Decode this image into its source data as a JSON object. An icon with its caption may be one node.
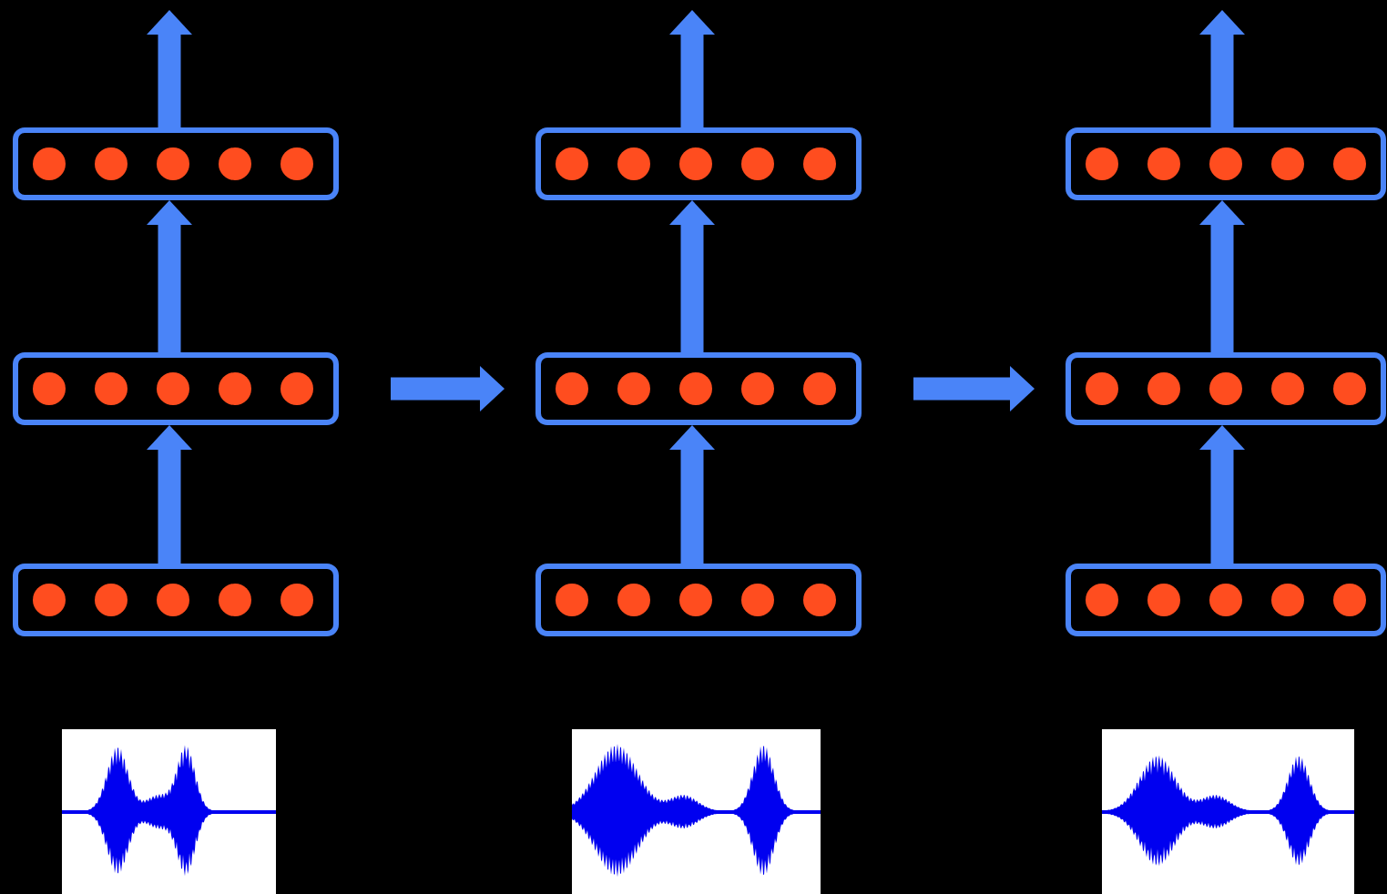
{
  "diagram": {
    "nodes": [
      {
        "text": [],
        "shape": "box"
      },
      {
        "text": [],
        "shape": "box"
      },
      {
        "text": [],
        "shape": "box"
      },
      {
        "text": [],
        "shape": "box"
      },
      {
        "text": [],
        "shape": "box"
      },
      {
        "text": [],
        "shape": "box"
      },
      {
        "text": [],
        "shape": "box"
      },
      {
        "text": [],
        "shape": "box"
      },
      {
        "text": [],
        "shape": "box"
      },
      {
        "text": [],
        "shape": "picture"
      },
      {
        "text": [],
        "shape": "picture"
      },
      {
        "text": [],
        "shape": "picture"
      }
    ],
    "edges": [
      {
        "from": 0,
        "to": null,
        "arrow": "to"
      },
      {
        "from": 1,
        "to": null,
        "arrow": "to"
      },
      {
        "from": 2,
        "to": null,
        "arrow": "to"
      },
      {
        "from": 3,
        "to": 0,
        "arrow": "to"
      },
      {
        "from": 4,
        "to": 1,
        "arrow": "to"
      },
      {
        "from": 5,
        "to": 2,
        "arrow": "to"
      },
      {
        "from": 6,
        "to": 3,
        "arrow": "to"
      },
      {
        "from": 7,
        "to": 4,
        "arrow": "to"
      },
      {
        "from": 8,
        "to": 5,
        "arrow": "to"
      },
      {
        "from": 3,
        "to": 4,
        "arrow": "to"
      },
      {
        "from": 4,
        "to": 5,
        "arrow": "to"
      }
    ]
  }
}
